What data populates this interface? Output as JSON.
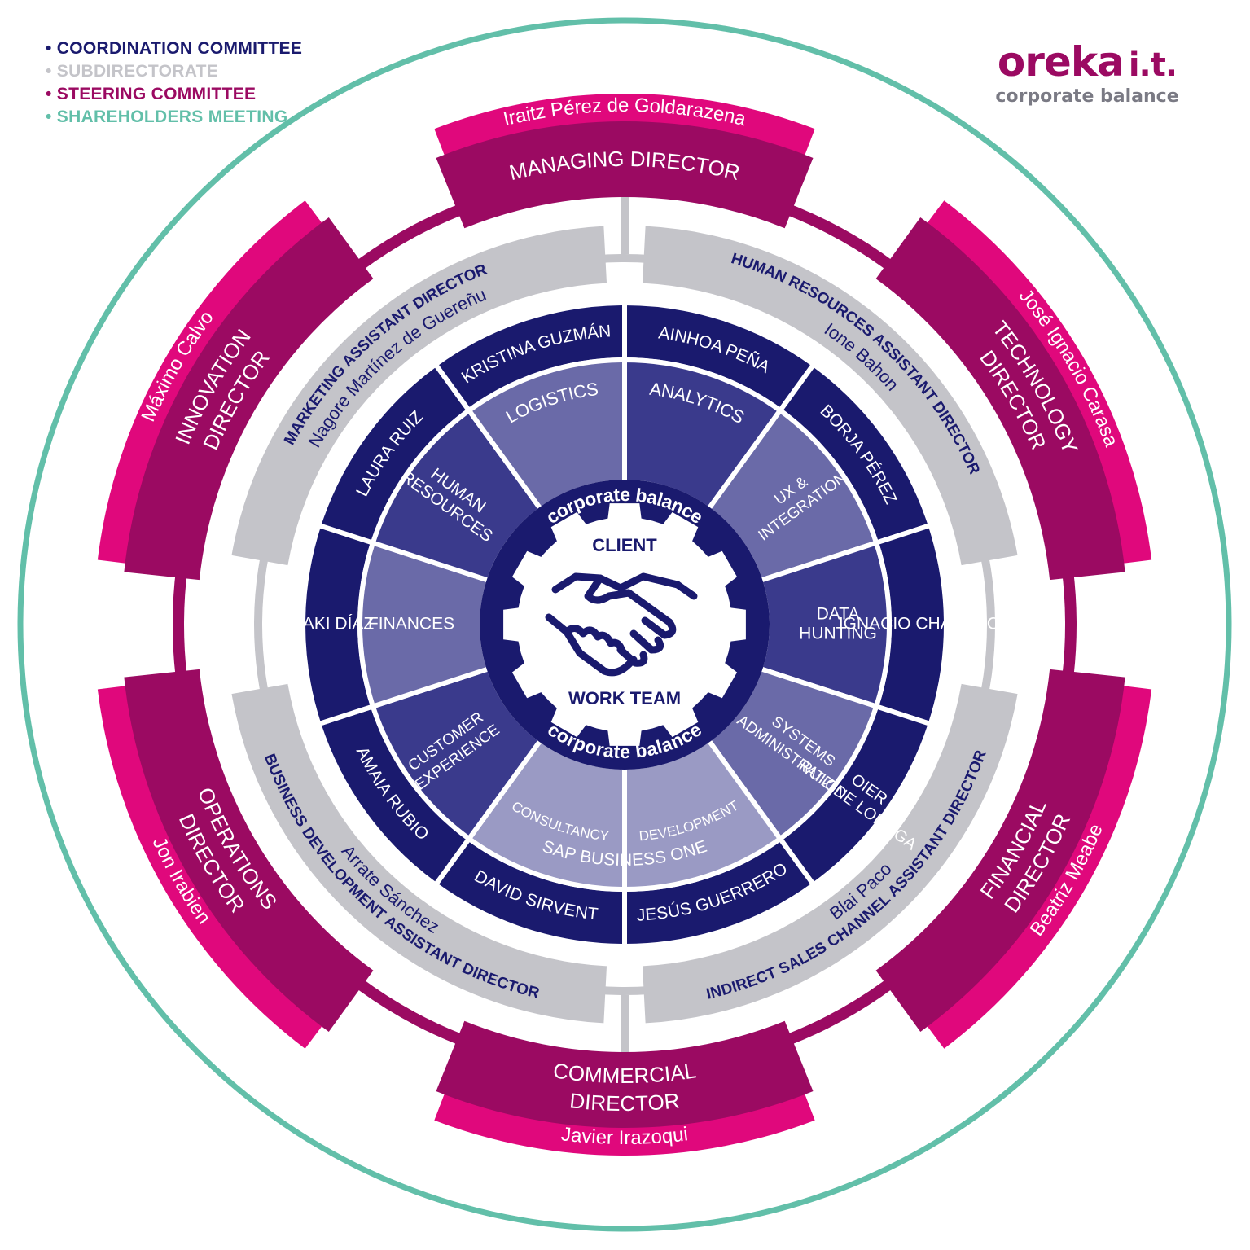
{
  "legend": [
    {
      "label": "• COORDINATION COMMITTEE",
      "color": "#1a1a6e"
    },
    {
      "label": "• SUBDIRECTORATE",
      "color": "#c4c4c9"
    },
    {
      "label": "• STEERING COMMITTEE",
      "color": "#9b0a62"
    },
    {
      "label": "• SHAREHOLDERS MEETING",
      "color": "#62bfa9"
    }
  ],
  "logo": {
    "brand": "oreka",
    "suffix": "i.t.",
    "tagline": "corporate balance",
    "brand_color": "#9b0a62",
    "tag_color": "#7a7a84"
  },
  "colors": {
    "shareholders": "#62bfa9",
    "steering": "#9b0a62",
    "steering_name": "#e0087c",
    "subdirectorate": "#c4c4c9",
    "coordination": "#1a1a6e",
    "area_a": "#6a6aa8",
    "area_b": "#3a3a8c",
    "area_light": "#9a9ac4",
    "core": "#ffffff"
  },
  "directors": [
    {
      "title": [
        "MANAGING DIRECTOR"
      ],
      "name": "Iraitz Pérez de Goldarazena"
    },
    {
      "title": [
        "TECHNOLOGY",
        "DIRECTOR"
      ],
      "name": "José Ignacio Carasa"
    },
    {
      "title": [
        "FINANCIAL",
        "DIRECTOR"
      ],
      "name": "Beatriz Meabe"
    },
    {
      "title": [
        "COMMERCIAL",
        "DIRECTOR"
      ],
      "name": "Javier Irazoqui"
    },
    {
      "title": [
        "OPERATIONS",
        "DIRECTOR"
      ],
      "name": "Jon Irabien"
    },
    {
      "title": [
        "INNOVATION",
        "DIRECTOR"
      ],
      "name": "Máximo Calvo"
    }
  ],
  "assistants": [
    {
      "title": "HUMAN RESOURCES ASSISTANT DIRECTOR",
      "name": "Ione Bahon"
    },
    {
      "title": "INDIRECT SALES CHANNEL ASSISTANT DIRECTOR",
      "name": "Blai Paco"
    },
    {
      "title": "BUSINESS DEVELOPMENT ASSISTANT DIRECTOR",
      "name": "Arrate Sánchez"
    },
    {
      "title": "MARKETING ASSISTANT DIRECTOR",
      "name": "Nagore Martínez de Guereñu"
    }
  ],
  "areas": [
    {
      "person": "AINHOA PEÑA",
      "area": [
        "ANALYTICS"
      ]
    },
    {
      "person": "BORJA PÉREZ",
      "area": [
        "UX &",
        "INTEGRATION"
      ]
    },
    {
      "person": "IGNACIO CHAPERO",
      "area": [
        "DATA",
        "HUNTING"
      ]
    },
    {
      "person": "OIER RUIZ DE LOIZAGA",
      "area": [
        "SYSTEMS",
        "ADMINISTRATION"
      ]
    },
    {
      "person": "JESÚS GUERRERO",
      "area": [
        "DEVELOPMENT"
      ]
    },
    {
      "person": "DAVID SIRVENT",
      "area": [
        "CONSULTANCY"
      ]
    },
    {
      "person": "AMAIA RUBIO",
      "area": [
        "CUSTOMER",
        "EXPERIENCE"
      ]
    },
    {
      "person": "IÑAKI DÍAZ",
      "area": [
        "FINANCES"
      ]
    },
    {
      "person": "LAURA RUIZ",
      "area": [
        "HUMAN",
        "RESOURCES"
      ]
    },
    {
      "person": "KRISTINA GUZMÁN",
      "area": [
        "LOGISTICS"
      ]
    }
  ],
  "sap_label": "SAP BUSINESS ONE",
  "core": {
    "top_arc": "corporate balance",
    "bottom_arc": "corporate balance",
    "client": "CLIENT",
    "team": "WORK TEAM"
  }
}
